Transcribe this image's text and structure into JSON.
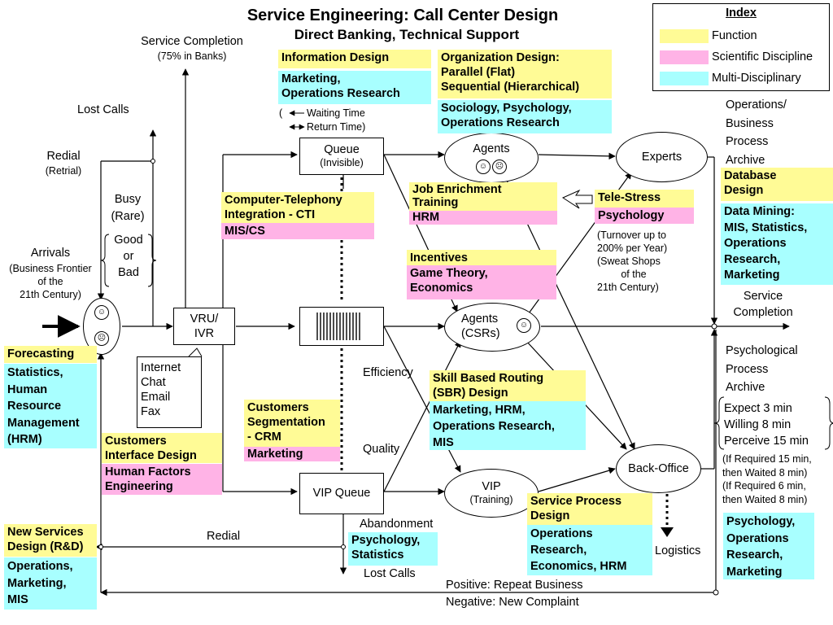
{
  "title": "Service Engineering: Call Center Design",
  "subtitle": "Direct Banking, Technical Support",
  "colors": {
    "function": "#fffb96",
    "scientific": "#ffb3e6",
    "multi": "#a8ffff"
  },
  "index": {
    "title": "Index",
    "items": [
      "Function",
      "Scientific Discipline",
      "Multi-Disciplinary"
    ]
  },
  "flow": {
    "service_completion_top": "Service Completion",
    "service_completion_pct": "(75% in Banks)",
    "lost_calls_top": "Lost Calls",
    "redial": "Redial",
    "retrial": "(Retrial)",
    "busy": "Busy",
    "rare": "(Rare)",
    "good_or_bad": [
      "Good",
      "or",
      "Bad"
    ],
    "arrivals": "Arrivals",
    "arrivals_sub": [
      "(Business Frontier",
      "of the",
      "21th Century)"
    ],
    "vru": [
      "VRU/",
      "IVR"
    ],
    "channels": [
      "Internet",
      "Chat",
      "Email",
      "Fax"
    ],
    "queue": "Queue",
    "queue_sub": "(Invisible)",
    "waiting_prefix": "(",
    "waiting_time": "Waiting Time",
    "return_time": "Return Time)",
    "agents_top": "Agents",
    "experts": "Experts",
    "agents_mid": [
      "Agents",
      "(CSRs)"
    ],
    "vip_queue": "VIP Queue",
    "vip": "VIP",
    "vip_sub": "(Training)",
    "back_office": "Back-Office",
    "efficiency": "Efficiency",
    "quality": "Quality",
    "abandonment": "Abandonment",
    "lost_calls_bottom": "Lost Calls",
    "redial_bottom": "Redial",
    "logistics": "Logistics",
    "service_completion_right": [
      "Service",
      "Completion"
    ],
    "positive": "Positive: Repeat Business",
    "negative": "Negative: New Complaint",
    "ops_archive": [
      "Operations/",
      "Business",
      "Process",
      "Archive"
    ],
    "psych_archive": [
      "Psychological",
      "Process",
      "Archive"
    ],
    "expect": [
      "Expect 3 min",
      "Willing 8 min",
      "Perceive 15 min"
    ],
    "required": [
      "(If Required 15 min,",
      "then Waited 8 min)",
      "(If Required 6 min,",
      "then Waited 8 min)"
    ],
    "turnover": [
      "(Turnover up to",
      "200% per Year)",
      "(Sweat Shops",
      "of the",
      "21th Century)"
    ]
  },
  "boxes": {
    "info_design": "Information Design",
    "info_disc": "Marketing,\nOperations Research",
    "org_design": "Organization Design:\nParallel (Flat)\nSequential (Hierarchical)",
    "org_disc": "Sociology, Psychology,\nOperations Research",
    "cti": "Computer-Telephony\nIntegration - CTI",
    "cti_disc": "MIS/CS",
    "job_enrich": "Job Enrichment\nTraining",
    "job_disc": "HRM",
    "tele_stress": "Tele-Stress",
    "tele_disc": "Psychology",
    "incentives": "Incentives",
    "incentives_disc": "Game Theory,\nEconomics",
    "db_design": "Database\nDesign",
    "data_mining": "Data Mining:\nMIS, Statistics,\nOperations\nResearch,\nMarketing",
    "forecasting": "Forecasting",
    "forecasting_disc": "Statistics,\nHuman\nResource\nManagement\n(HRM)",
    "customers_seg": "Customers\nSegmentation\n- CRM",
    "customers_seg_disc": "Marketing",
    "sbr": "Skill Based Routing\n(SBR) Design",
    "sbr_disc": "Marketing, HRM,\nOperations Research,\nMIS",
    "cust_iface": "Customers\nInterface Design",
    "cust_iface_disc": "Human Factors\nEngineering",
    "new_services": "New Services\nDesign (R&D)",
    "new_services_disc": "Operations,\nMarketing,\nMIS",
    "psych_stats": "Psychology,\nStatistics",
    "service_process": "Service Process\nDesign",
    "service_process_disc": "Operations\nResearch,\nEconomics, HRM",
    "psych_right": "Psychology,\nOperations\nResearch,\nMarketing"
  }
}
